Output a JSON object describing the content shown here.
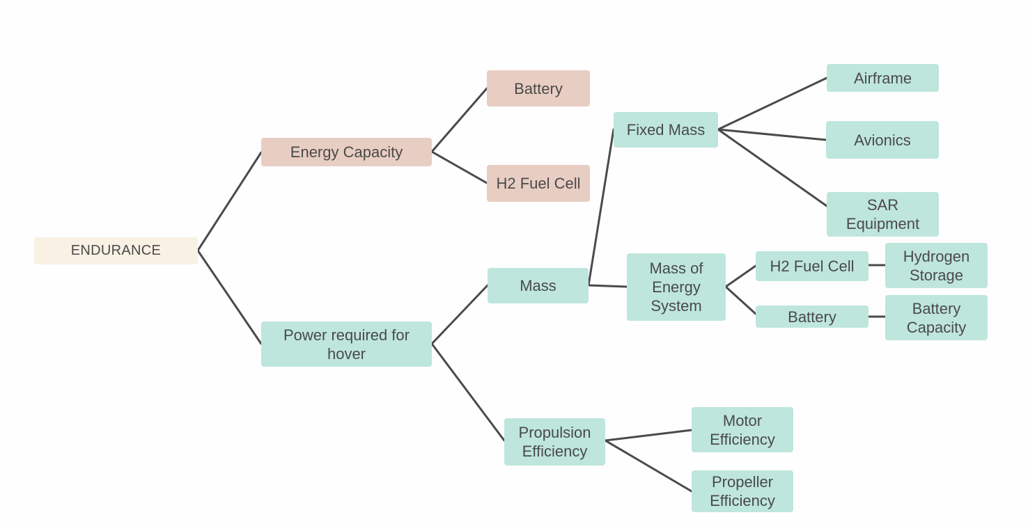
{
  "colors": {
    "root": "#f8f1e4",
    "energy_branch": "#e8cdc2",
    "power_branch": "#bee6dc",
    "text": "#4a4a4a",
    "edge": "#4a4a4a"
  },
  "nodes": {
    "endurance": "ENDURANCE",
    "energy_capacity": "Energy Capacity",
    "power_required": "Power required for\nhover",
    "battery_source": "Battery",
    "h2_fuel_cell_source": "H2 Fuel Cell",
    "mass": "Mass",
    "propulsion_efficiency": "Propulsion\nEfficiency",
    "fixed_mass": "Fixed Mass",
    "mass_of_energy_system": "Mass of\nEnergy\nSystem",
    "airframe": "Airframe",
    "avionics": "Avionics",
    "sar_equipment": "SAR\nEquipment",
    "h2_fuel_cell_mass": "H2 Fuel Cell",
    "battery_mass": "Battery",
    "hydrogen_storage": "Hydrogen\nStorage",
    "battery_capacity": "Battery\nCapacity",
    "motor_efficiency": "Motor\nEfficiency",
    "propeller_efficiency": "Propeller\nEfficiency"
  },
  "edges": [
    [
      "endurance",
      "energy_capacity"
    ],
    [
      "endurance",
      "power_required"
    ],
    [
      "energy_capacity",
      "battery_source"
    ],
    [
      "energy_capacity",
      "h2_fuel_cell_source"
    ],
    [
      "power_required",
      "mass"
    ],
    [
      "power_required",
      "propulsion_efficiency"
    ],
    [
      "mass",
      "fixed_mass"
    ],
    [
      "mass",
      "mass_of_energy_system"
    ],
    [
      "fixed_mass",
      "airframe"
    ],
    [
      "fixed_mass",
      "avionics"
    ],
    [
      "fixed_mass",
      "sar_equipment"
    ],
    [
      "mass_of_energy_system",
      "h2_fuel_cell_mass"
    ],
    [
      "mass_of_energy_system",
      "battery_mass"
    ],
    [
      "h2_fuel_cell_mass",
      "hydrogen_storage"
    ],
    [
      "battery_mass",
      "battery_capacity"
    ],
    [
      "propulsion_efficiency",
      "motor_efficiency"
    ],
    [
      "propulsion_efficiency",
      "propeller_efficiency"
    ]
  ]
}
